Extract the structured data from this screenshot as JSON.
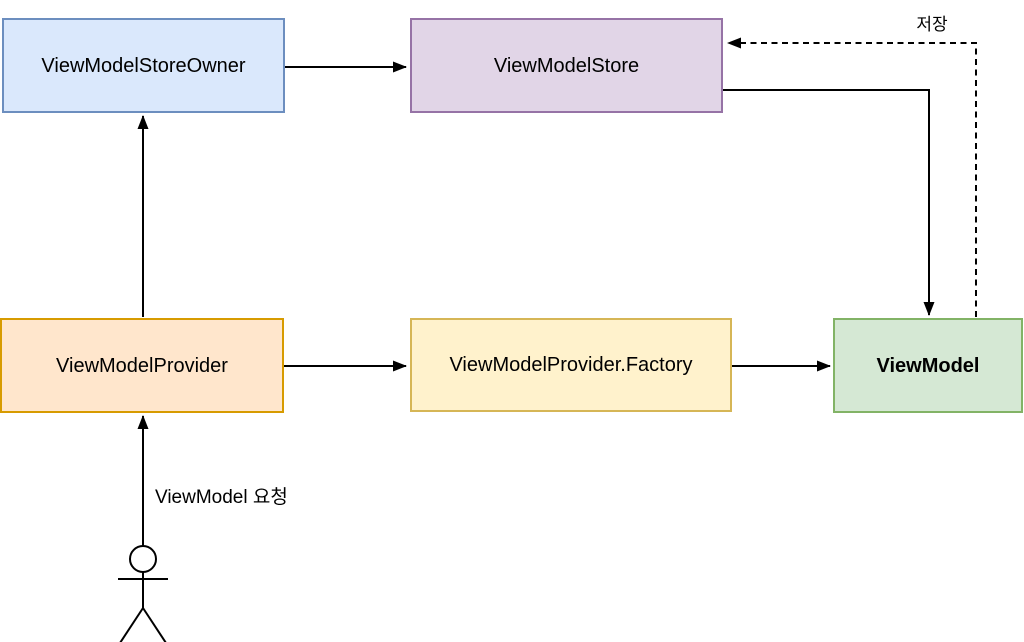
{
  "diagram": {
    "background_color": "#ffffff",
    "line_color": "#000000",
    "nodes": [
      {
        "id": "viewmodelstoreowner",
        "label": "ViewModelStoreOwner",
        "fill": "#dae8fc",
        "border": "#6c8ebf",
        "bold": false
      },
      {
        "id": "viewmodelstore",
        "label": "ViewModelStore",
        "fill": "#e1d5e7",
        "border": "#9673a6",
        "bold": false
      },
      {
        "id": "viewmodelprovider",
        "label": "ViewModelProvider",
        "fill": "#ffe6cc",
        "border": "#d79b00",
        "bold": false
      },
      {
        "id": "viewmodelprovider-factory",
        "label": "ViewModelProvider.Factory",
        "fill": "#fff2cc",
        "border": "#d6b656",
        "bold": false
      },
      {
        "id": "viewmodel",
        "label": "ViewModel",
        "fill": "#d5e8d4",
        "border": "#82b366",
        "bold": true
      }
    ],
    "actor": {
      "id": "user-actor",
      "type": "stick-figure"
    },
    "edges": [
      {
        "from": "ViewModelStoreOwner",
        "to": "ViewModelStore",
        "line": "solid",
        "label": ""
      },
      {
        "from": "ViewModelProvider",
        "to": "ViewModelStoreOwner",
        "line": "solid",
        "label": ""
      },
      {
        "from": "ViewModelProvider",
        "to": "ViewModelProvider.Factory",
        "line": "solid",
        "label": ""
      },
      {
        "from": "ViewModelProvider.Factory",
        "to": "ViewModel",
        "line": "solid",
        "label": ""
      },
      {
        "from": "ViewModelStore",
        "to": "ViewModel",
        "line": "solid",
        "label": ""
      },
      {
        "from": "ViewModel",
        "to": "ViewModelStore",
        "line": "dashed",
        "label": "저장"
      },
      {
        "from": "actor",
        "to": "ViewModelProvider",
        "line": "solid",
        "label": "ViewModel 요청"
      }
    ]
  }
}
